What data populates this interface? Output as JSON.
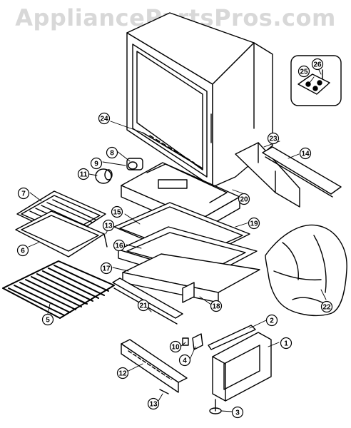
{
  "watermark": "AppliancePartsPros.com",
  "colors": {
    "line": "#000000",
    "watermark": "#d8d8d8",
    "background": "#ffffff"
  },
  "callouts": [
    "1",
    "2",
    "3",
    "4",
    "5",
    "6",
    "7",
    "8",
    "9",
    "10",
    "11",
    "12",
    "13",
    "13",
    "14",
    "15",
    "16",
    "17",
    "18",
    "19",
    "20",
    "21",
    "22",
    "23",
    "24",
    "25",
    "26"
  ]
}
